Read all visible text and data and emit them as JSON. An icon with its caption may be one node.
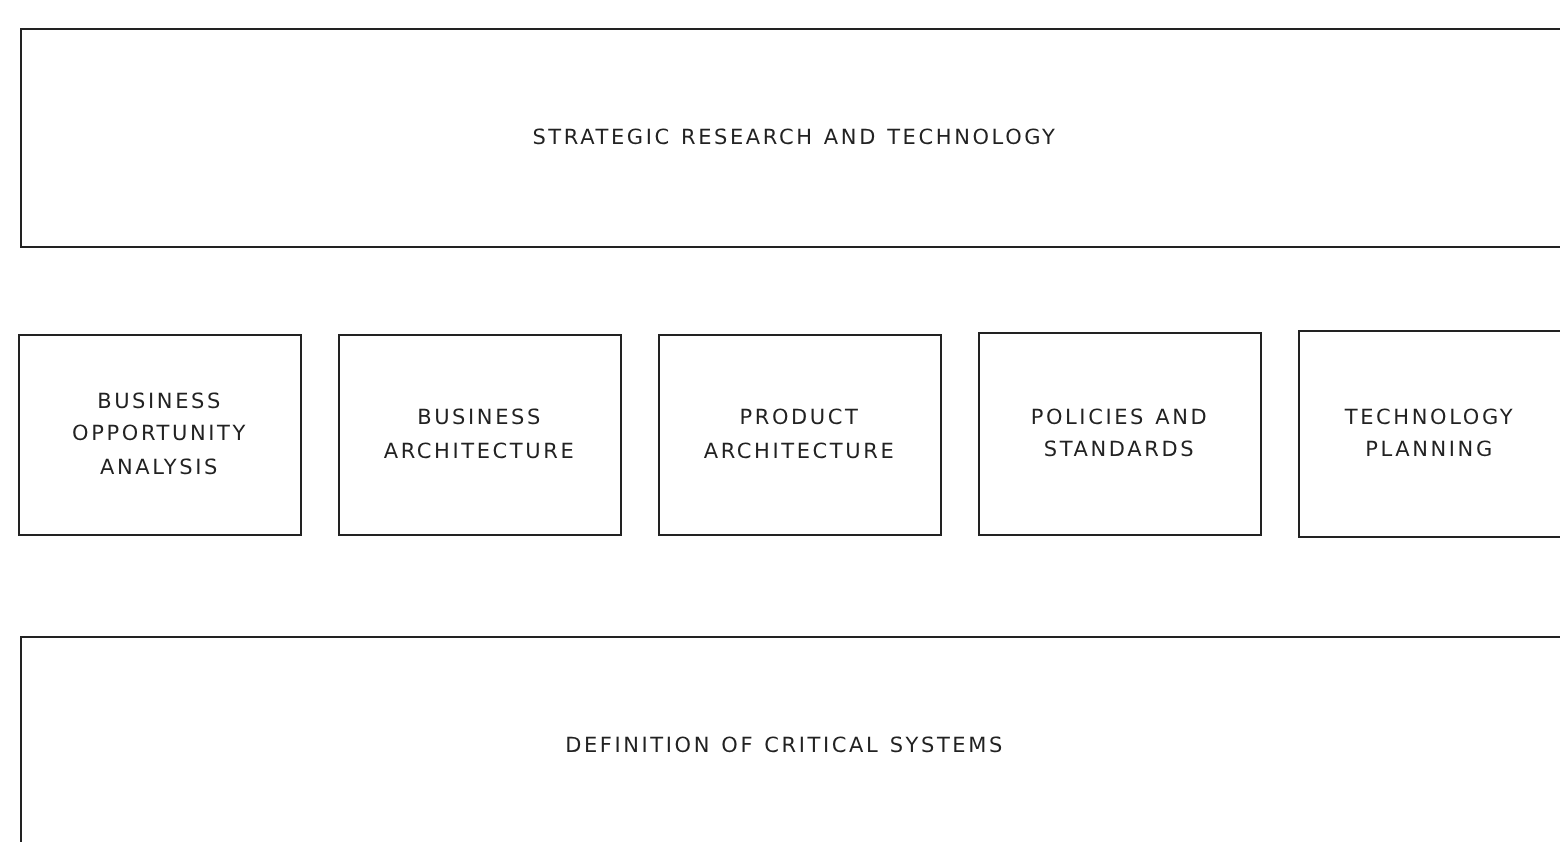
{
  "diagram": {
    "nodes": [
      {
        "text": [
          "STRATEGIC RESEARCH AND TECHNOLOGY"
        ]
      },
      {
        "text": [
          "BUSINESS OPPORTUNITY ANALYSIS"
        ]
      },
      {
        "text": [
          "BUSINESS ARCHITECTURE"
        ]
      },
      {
        "text": [
          "PRODUCT ARCHITECTURE"
        ]
      },
      {
        "text": [
          "POLICIES AND STANDARDS"
        ]
      },
      {
        "text": [
          "TECHNOLOGY PLANNING"
        ]
      },
      {
        "text": [
          "DEFINITION OF CRITICAL SYSTEMS"
        ]
      }
    ]
  }
}
